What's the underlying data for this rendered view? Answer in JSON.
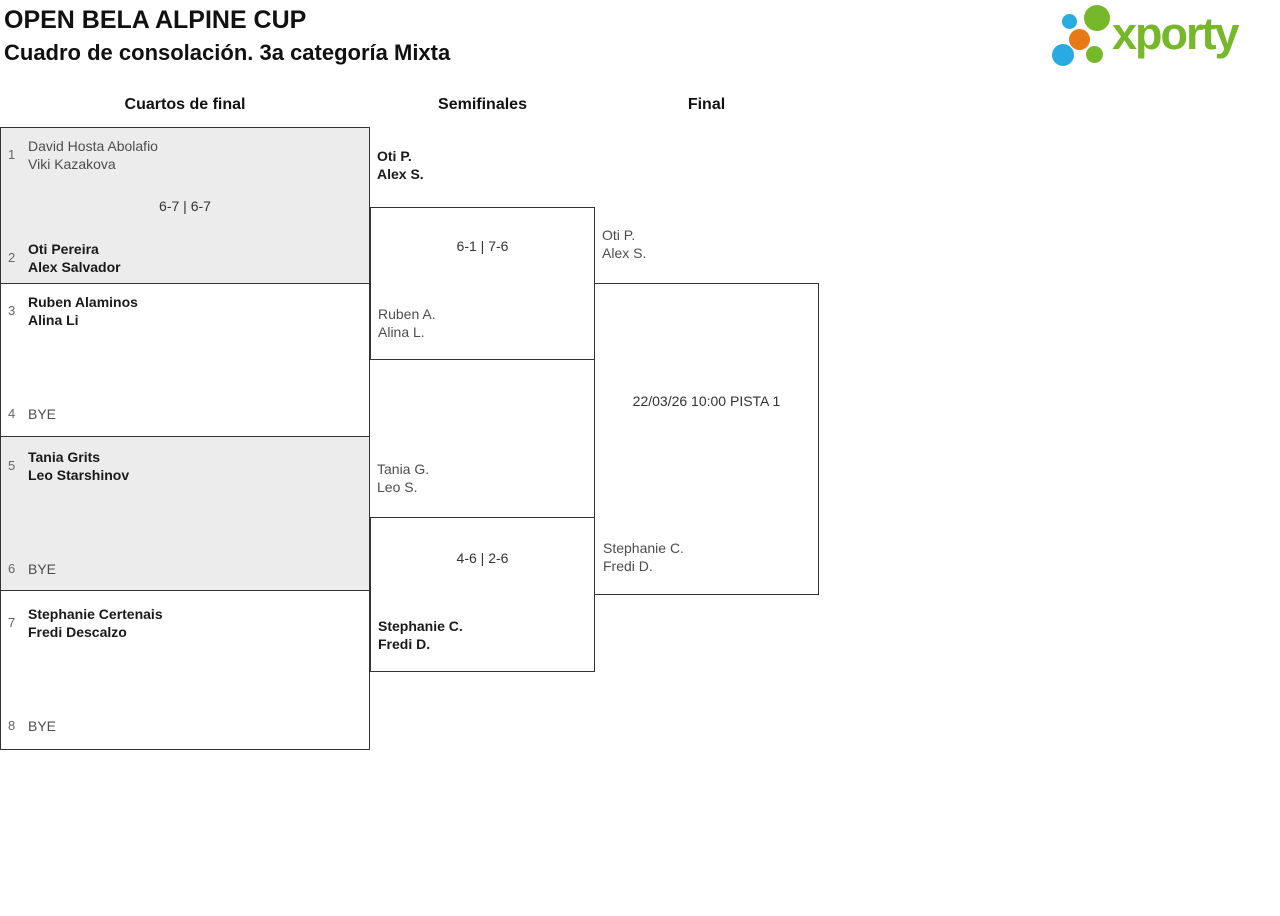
{
  "header": {
    "title": "OPEN BELA ALPINE CUP",
    "subtitle": "Cuadro de consolación. 3a categoría Mixta"
  },
  "logo": {
    "text": "xporty",
    "colors": {
      "green": "#76b82a",
      "blue": "#29abe2",
      "orange": "#e87917"
    }
  },
  "round_headers": {
    "quarterfinals": "Cuartos de final",
    "semifinals": "Semifinales",
    "final": "Final"
  },
  "bracket": {
    "quarterfinals": [
      {
        "top": {
          "seed": "1",
          "line1": "David Hosta Abolafio",
          "line2": "Viki Kazakova",
          "winner": false
        },
        "score": "6-7 | 6-7",
        "bottom": {
          "seed": "2",
          "line1": "Oti Pereira",
          "line2": "Alex Salvador",
          "winner": true
        }
      },
      {
        "top": {
          "seed": "3",
          "line1": "Ruben Alaminos",
          "line2": "Alina Li",
          "winner": true
        },
        "score": "",
        "bottom": {
          "seed": "4",
          "line1": "BYE",
          "line2": "",
          "winner": false
        }
      },
      {
        "top": {
          "seed": "5",
          "line1": "Tania Grits",
          "line2": "Leo Starshinov",
          "winner": true
        },
        "score": "",
        "bottom": {
          "seed": "6",
          "line1": "BYE",
          "line2": "",
          "winner": false
        }
      },
      {
        "top": {
          "seed": "7",
          "line1": "Stephanie Certenais",
          "line2": "Fredi Descalzo",
          "winner": true
        },
        "score": "",
        "bottom": {
          "seed": "8",
          "line1": "BYE",
          "line2": "",
          "winner": false
        }
      }
    ],
    "semifinals": [
      {
        "top": {
          "line1": "Oti P.",
          "line2": "Alex S.",
          "winner": true
        },
        "score": "6-1 | 7-6",
        "bottom": {
          "line1": "Ruben A.",
          "line2": "Alina L.",
          "winner": false
        }
      },
      {
        "top": {
          "line1": "Tania G.",
          "line2": "Leo S.",
          "winner": false
        },
        "score": "4-6 | 2-6",
        "bottom": {
          "line1": "Stephanie C.",
          "line2": "Fredi D.",
          "winner": true
        }
      }
    ],
    "final": {
      "top": {
        "line1": "Oti P.",
        "line2": "Alex S."
      },
      "schedule": "22/03/26 10:00 PISTA 1",
      "bottom": {
        "line1": "Stephanie C.",
        "line2": "Fredi D."
      }
    }
  }
}
